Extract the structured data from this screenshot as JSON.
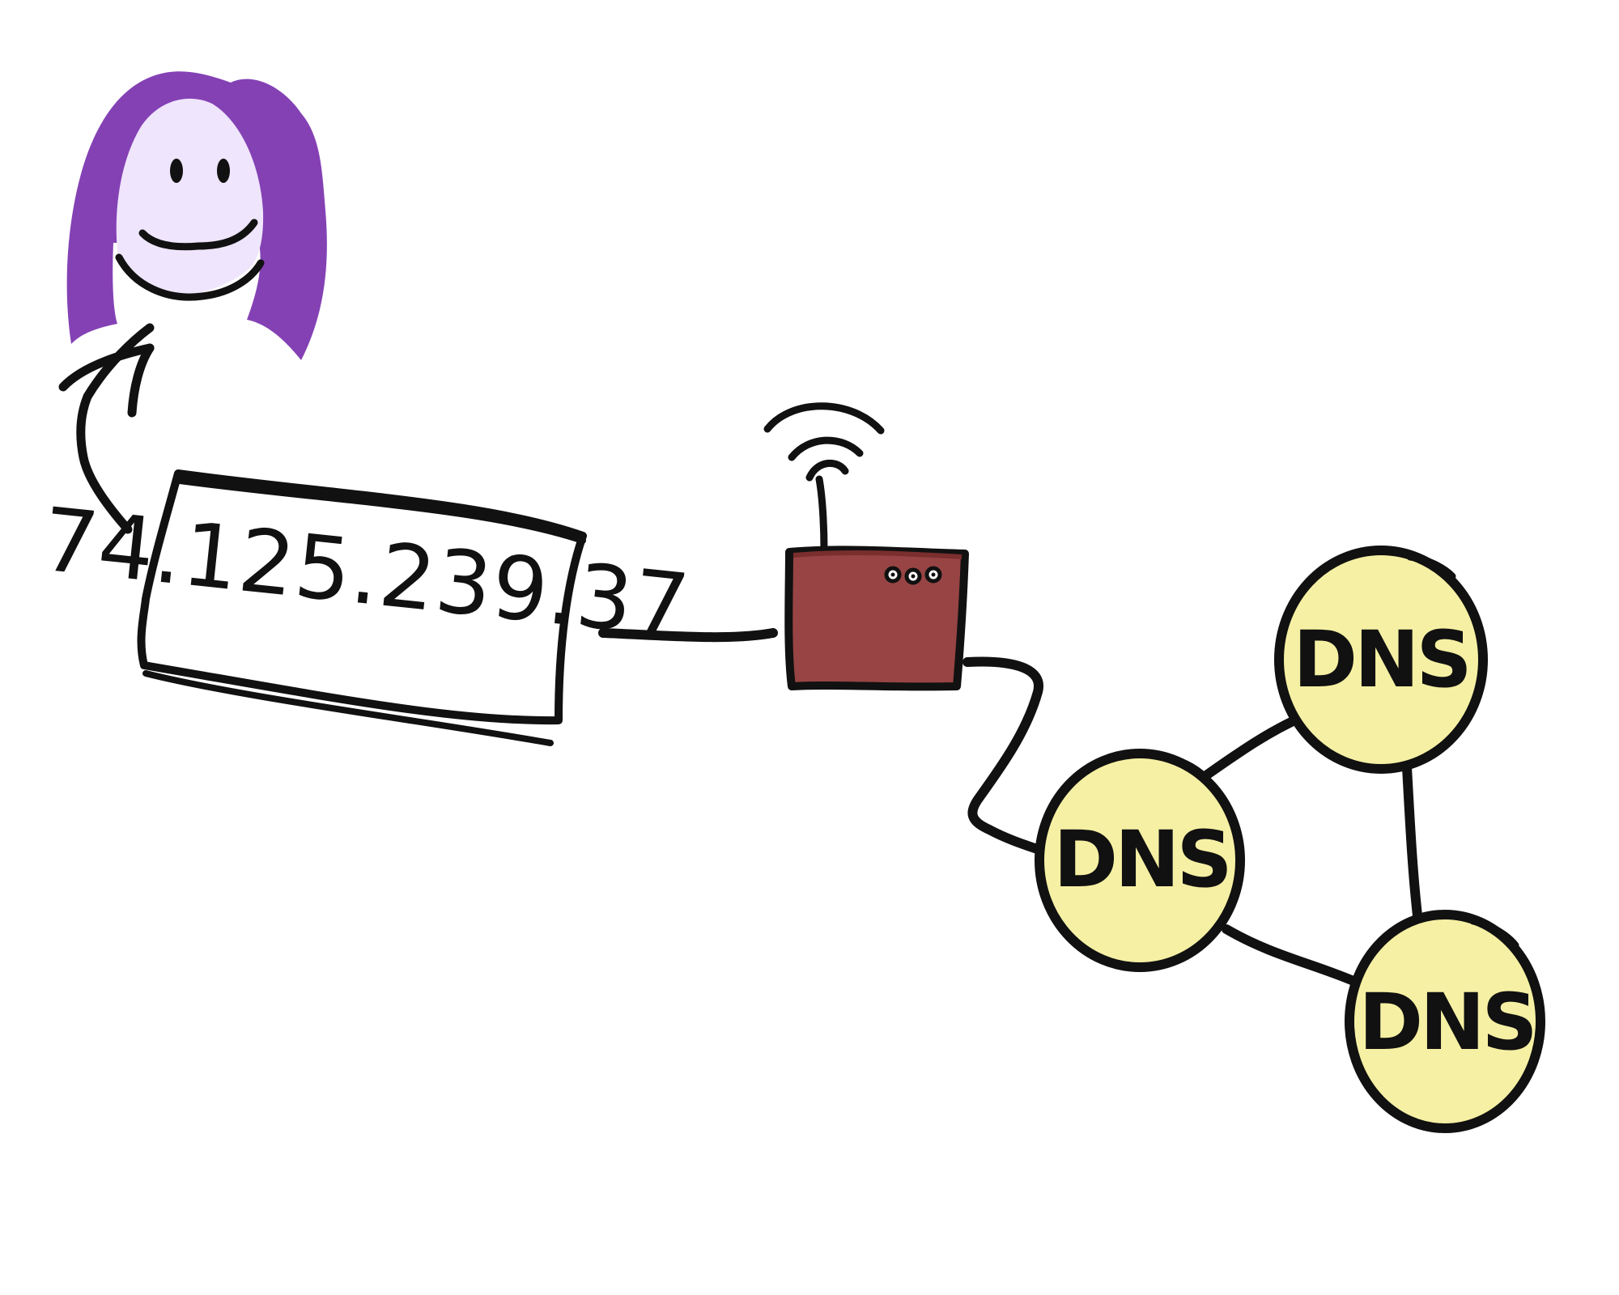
{
  "ip_card": {
    "address": "74.125.239.37"
  },
  "dns_nodes": [
    {
      "label": "DNS"
    },
    {
      "label": "DNS"
    },
    {
      "label": "DNS"
    }
  ],
  "colors": {
    "ink": "#111111",
    "hair": "#8441b4",
    "face": "#efe5fc",
    "router_body": "#984444",
    "router_top": "#7a2e2e",
    "dns_fill": "#f6f0a4",
    "background": "#ffffff"
  },
  "icons": {
    "person": "person-icon",
    "router": "router-icon",
    "wifi": "wifi-signal-icon",
    "arrow": "curved-arrow-icon"
  }
}
